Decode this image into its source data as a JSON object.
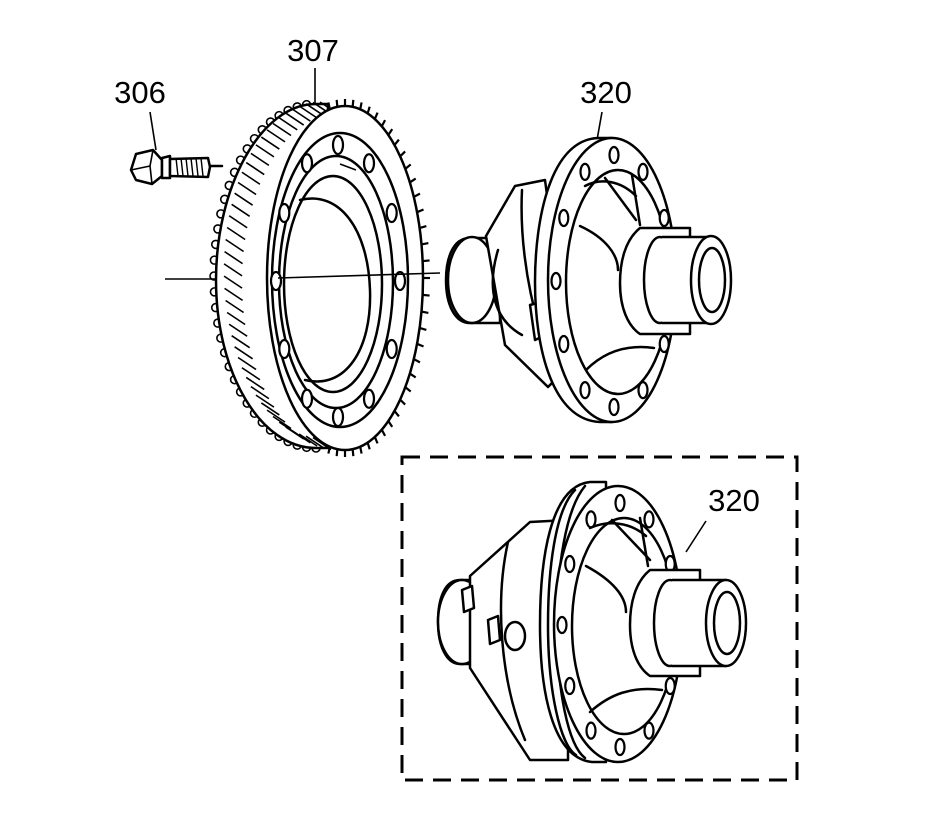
{
  "callouts": {
    "bolt": "306",
    "ring_gear": "307",
    "case_top": "320",
    "case_bottom": "320"
  },
  "colors": {
    "line": "#000000",
    "background": "#ffffff"
  }
}
